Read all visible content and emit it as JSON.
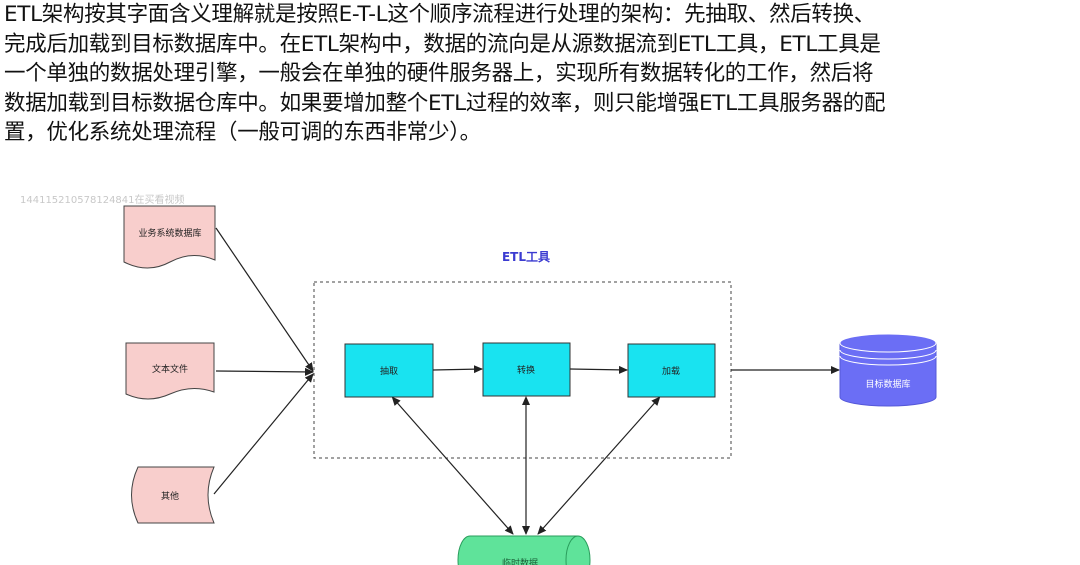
{
  "paragraph": {
    "lines": [
      "ETL架构按其字面含义理解就是按照E-T-L这个顺序流程进行处理的架构：先抽取、然后转换、",
      "完成后加载到目标数据库中。在ETL架构中，数据的流向是从源数据流到ETL工具，ETL工具是",
      "一个单独的数据处理引擎，一般会在单独的硬件服务器上，实现所有数据转化的工作，然后将",
      "数据加载到目标数据仓库中。如果要增加整个ETL过程的效率，则只能增强ETL工具服务器的配",
      "置，优化系统处理流程（一般可调的东西非常少）。"
    ]
  },
  "watermark": "144115210578124841在买看视频",
  "diagram": {
    "etl_tool_label": "ETL工具",
    "sources": {
      "business_db": "业务系统数据库",
      "text_file": "文本文件",
      "other": "其他"
    },
    "steps": {
      "extract": "抽取",
      "transform": "转换",
      "load": "加载"
    },
    "target_db": "目标数据库",
    "temp_data": "临时数据",
    "colors": {
      "source_fill": "#f8cecc",
      "source_stroke": "#444444",
      "step_fill": "#19e3f0",
      "step_stroke": "#333333",
      "target_fill": "#6b6ef5",
      "temp_fill": "#5fe39a",
      "temp_stroke": "#2a9d5c",
      "etl_label": "#3b3bd1",
      "arrow": "#222222"
    }
  }
}
